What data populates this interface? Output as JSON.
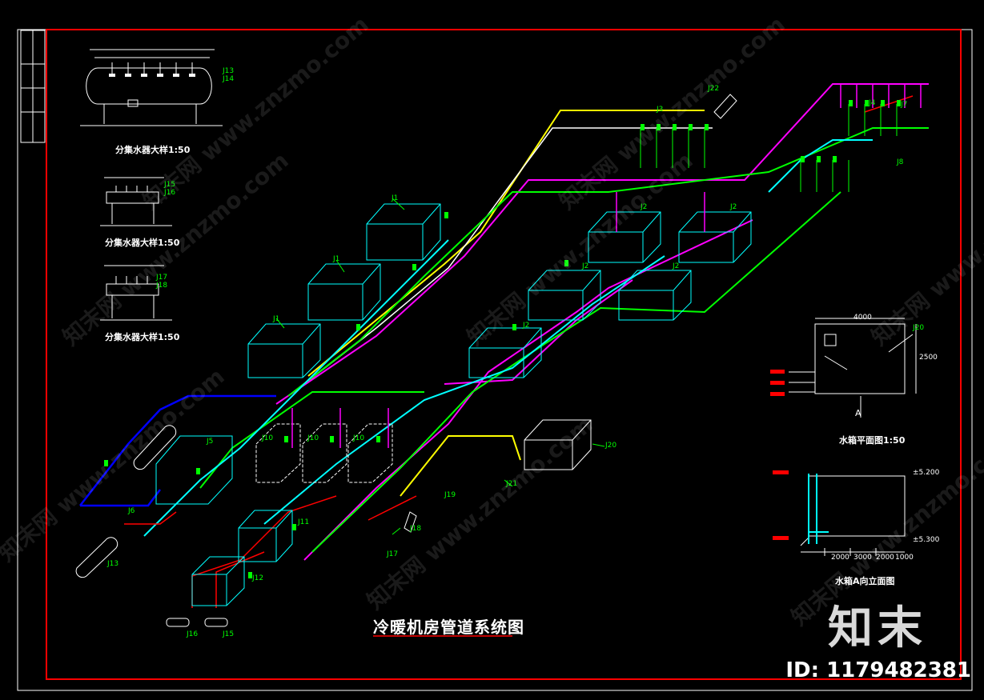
{
  "drawing_title": "冷暖机房管道系统图",
  "details": [
    {
      "title": "分集水器大样1:50",
      "tags": [
        "J13",
        "J14"
      ]
    },
    {
      "title": "分集水器大样1:50",
      "tags": [
        "J15",
        "J16"
      ]
    },
    {
      "title": "分集水器大样1:50",
      "tags": [
        "J17",
        "J18"
      ]
    }
  ],
  "tank_plan": {
    "title": "水箱平面图1:50",
    "tag": "J20",
    "dims": [
      "4000",
      "2500"
    ],
    "section_mark": "A"
  },
  "tank_elevation": {
    "title": "水箱A向立面图",
    "dims": [
      "2000",
      "3000",
      "2000",
      "1000"
    ],
    "levels": [
      "±5.200",
      "±5.300"
    ]
  },
  "equipment_tags": [
    "J1",
    "J1",
    "J1",
    "J2",
    "J2",
    "J2",
    "J2",
    "J2",
    "J3",
    "J4",
    "J5",
    "J6",
    "J7",
    "J8",
    "J10",
    "J10",
    "J10",
    "J11",
    "J12",
    "J13",
    "J15",
    "J16",
    "J17",
    "J18",
    "J19",
    "J20",
    "J21",
    "J22"
  ],
  "watermark": "知末网 www.znzmo.com",
  "logo": "知末",
  "id_label": "ID: 1179482381",
  "colors": {
    "frame": "#ff0000",
    "cyan": "#00ffff",
    "magenta": "#ff00ff",
    "green": "#00ff00",
    "yellow": "#ffff00",
    "blue": "#0000ff",
    "red": "#ff0000",
    "white": "#ffffff"
  }
}
